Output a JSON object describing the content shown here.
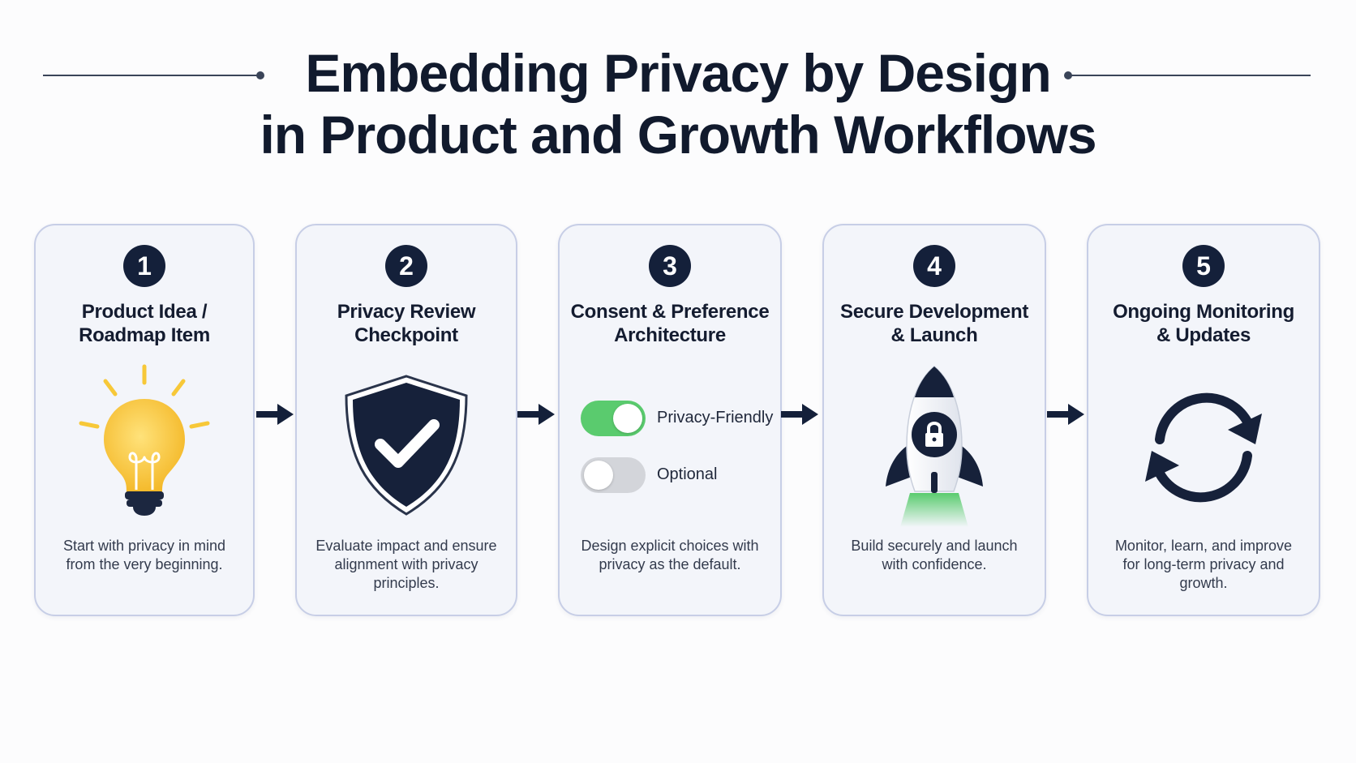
{
  "title": {
    "line1": "Embedding Privacy by Design",
    "line2": "in Product and Growth Workflows"
  },
  "steps": [
    {
      "number": "1",
      "title_lines": [
        "Product Idea /",
        "Roadmap Item"
      ],
      "icon": "lightbulb-icon",
      "desc_lines": [
        "Start with privacy in mind",
        "from the very beginning."
      ]
    },
    {
      "number": "2",
      "title_lines": [
        "Privacy Review",
        "Checkpoint"
      ],
      "icon": "shield-check-icon",
      "desc_lines": [
        "Evaluate impact and ensure",
        "alignment with privacy",
        "principles."
      ]
    },
    {
      "number": "3",
      "title_lines": [
        "Consent & Preference",
        "Architecture"
      ],
      "icon": "toggle-icon",
      "toggles": [
        {
          "label": "Privacy-Friendly",
          "on": true
        },
        {
          "label": "Optional",
          "on": false
        }
      ],
      "desc_lines": [
        "Design explicit choices with",
        "privacy as the default."
      ]
    },
    {
      "number": "4",
      "title_lines": [
        "Secure Development",
        "& Launch"
      ],
      "icon": "rocket-lock-icon",
      "desc_lines": [
        "Build securely and launch",
        "with confidence."
      ]
    },
    {
      "number": "5",
      "title_lines": [
        "Ongoing Monitoring",
        "& Updates"
      ],
      "icon": "refresh-cycle-icon",
      "desc_lines": [
        "Monitor, learn, and improve",
        "for long-term privacy and",
        "growth."
      ]
    }
  ],
  "colors": {
    "navy": "#14203a",
    "card_bg": "#f3f5fa",
    "card_border": "#c7cee6",
    "toggle_on": "#5acb6e",
    "toggle_off": "#d3d5da",
    "bulb_yellow": "#f7c838",
    "flame_green": "#6fd38a"
  }
}
